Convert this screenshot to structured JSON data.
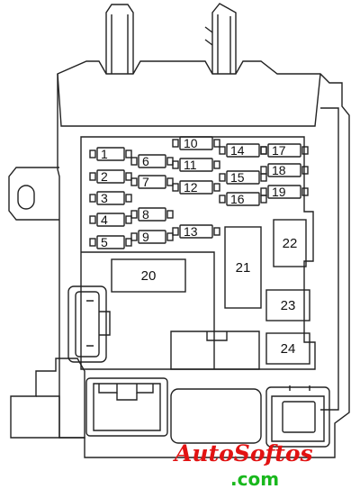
{
  "fuses": [
    {
      "id": "fuse-1",
      "label": "1"
    },
    {
      "id": "fuse-2",
      "label": "2"
    },
    {
      "id": "fuse-3",
      "label": "3"
    },
    {
      "id": "fuse-4",
      "label": "4"
    },
    {
      "id": "fuse-5",
      "label": "5"
    },
    {
      "id": "fuse-6",
      "label": "6"
    },
    {
      "id": "fuse-7",
      "label": "7"
    },
    {
      "id": "fuse-8",
      "label": "8"
    },
    {
      "id": "fuse-9",
      "label": "9"
    },
    {
      "id": "fuse-10",
      "label": "10"
    },
    {
      "id": "fuse-11",
      "label": "11"
    },
    {
      "id": "fuse-12",
      "label": "12"
    },
    {
      "id": "fuse-13",
      "label": "13"
    },
    {
      "id": "fuse-14",
      "label": "14"
    },
    {
      "id": "fuse-15",
      "label": "15"
    },
    {
      "id": "fuse-16",
      "label": "16"
    },
    {
      "id": "fuse-17",
      "label": "17"
    },
    {
      "id": "fuse-18",
      "label": "18"
    },
    {
      "id": "fuse-19",
      "label": "19"
    }
  ],
  "relays": [
    {
      "id": "relay-20",
      "label": "20"
    },
    {
      "id": "relay-21",
      "label": "21"
    },
    {
      "id": "relay-22",
      "label": "22"
    },
    {
      "id": "relay-23",
      "label": "23"
    },
    {
      "id": "relay-24",
      "label": "24"
    }
  ],
  "watermark": {
    "line1": "AutoSoftos",
    "line2": ".com"
  }
}
